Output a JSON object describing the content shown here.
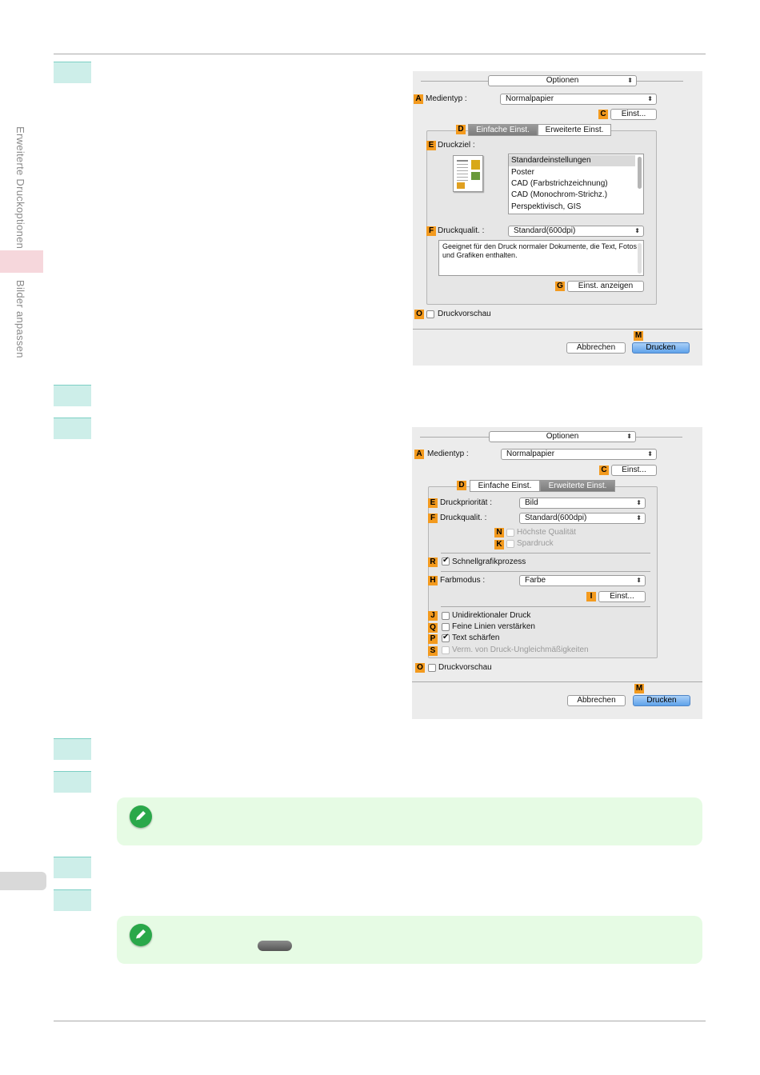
{
  "sidebar": {
    "section_label": "Erweiterte Druckoptionen",
    "subsection_label": "Bilder anpassen"
  },
  "dialog1": {
    "options_popup": "Optionen",
    "media_type_label": "Medientyp :",
    "media_type_value": "Normalpapier",
    "settings_button": "Einst...",
    "tab_basic": "Einfache Einst.",
    "tab_advanced": "Erweiterte Einst.",
    "print_target_label": "Druckziel :",
    "print_targets": [
      "Standardeinstellungen",
      "Poster",
      "CAD (Farbstrichzeichnung)",
      "CAD (Monochrom-Strichz.)",
      "Perspektivisch, GIS"
    ],
    "print_quality_label": "Druckqualit. :",
    "print_quality_value": "Standard(600dpi)",
    "description": "Geeignet für den Druck normaler Dokumente, die Text, Fotos und Grafiken enthalten.",
    "show_settings_button": "Einst. anzeigen",
    "preview_label": "Druckvorschau",
    "cancel_button": "Abbrechen",
    "print_button": "Drucken"
  },
  "dialog2": {
    "options_popup": "Optionen",
    "media_type_label": "Medientyp :",
    "media_type_value": "Normalpapier",
    "settings_button": "Einst...",
    "tab_basic": "Einfache Einst.",
    "tab_advanced": "Erweiterte Einst.",
    "print_priority_label": "Druckpriorität :",
    "print_priority_value": "Bild",
    "print_quality_label": "Druckqualit. :",
    "print_quality_value": "Standard(600dpi)",
    "highest_quality_label": "Höchste Qualität",
    "economy_label": "Spardruck",
    "fast_graphics_label": "Schnellgrafikprozess",
    "color_mode_label": "Farbmodus :",
    "color_mode_value": "Farbe",
    "color_settings_button": "Einst...",
    "unidirectional_label": "Unidirektionaler Druck",
    "thicken_lines_label": "Feine Linien verstärken",
    "sharpen_text_label": "Text schärfen",
    "reduce_unevenness_label": "Verm. von Druck-Ungleichmäßigkeiten",
    "preview_label": "Druckvorschau",
    "cancel_button": "Abbrechen",
    "print_button": "Drucken"
  },
  "badges": {
    "a": "A",
    "c": "C",
    "d": "D",
    "e": "E",
    "f": "F",
    "g": "G",
    "h": "H",
    "i": "I",
    "j": "J",
    "k": "K",
    "m": "M",
    "n": "N",
    "o": "O",
    "p": "P",
    "q": "Q",
    "r": "R",
    "s": "S"
  },
  "colors": {
    "step_marker": "#cdeee9",
    "note_background": "#e6fbe4",
    "badge": "#f39a1e",
    "print_button": "#5fa2ea"
  },
  "icons": [
    "pencil-note-icon",
    "popup-arrows-icon",
    "checkbox-icon"
  ]
}
